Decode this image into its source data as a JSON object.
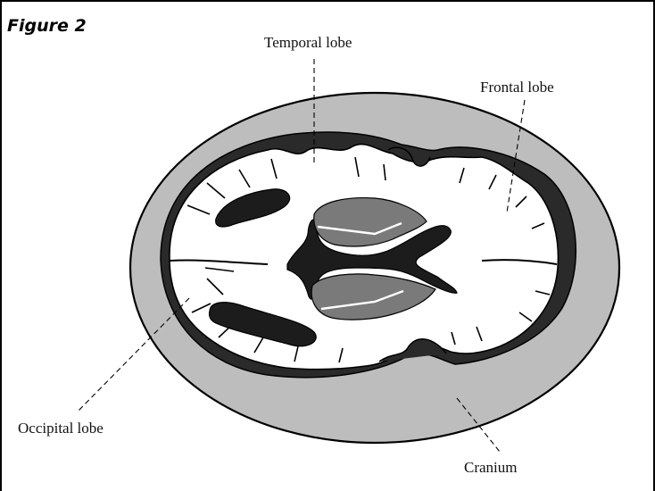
{
  "figure": {
    "title": "Figure 2"
  },
  "labels": {
    "temporal": "Temporal lobe",
    "frontal": "Frontal lobe",
    "occipital": "Occipital lobe",
    "cranium": "Cranium"
  },
  "colors": {
    "cranium": "#bdbdbd",
    "brain": "#ffffff",
    "ventricle": "#1c1c1c",
    "basal": "#7a7a7a",
    "outline": "#000000"
  }
}
